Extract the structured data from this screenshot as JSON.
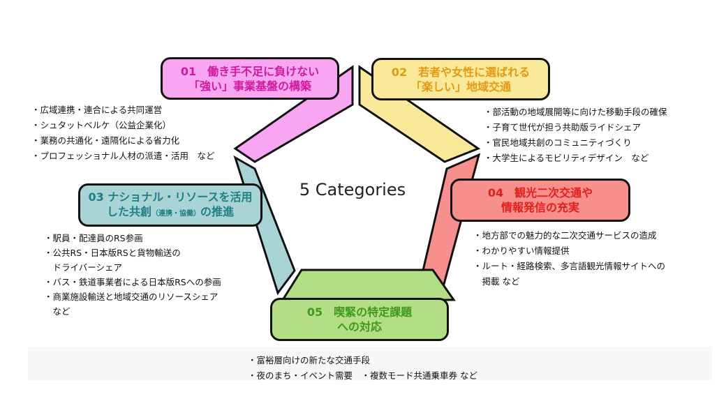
{
  "center_label": "5 Categories",
  "categories": [
    {
      "title_line1": "01　働き手不足に負けない",
      "title_line2": "「強い」事業基盤の構築",
      "color": "#f9a6f2",
      "text_color": "#d1199f",
      "items": [
        "・広域連携・連合による共同運営",
        "・シュタットベルケ（公益企業化）",
        "・業務の共通化・遠隔化による省力化",
        "・プロフェッショナル人材の派遣・活用　など"
      ]
    },
    {
      "title_line1": "02　若者や女性に選ばれる",
      "title_line2": "「楽しい」地域交通",
      "color": "#fbe99a",
      "text_color": "#e39a12",
      "items": [
        "・部活動の地域展開等に向けた移動手段の確保",
        "・子育て世代が担う共助版ライドシェア",
        "・官民地域共創のコミュニティづくり",
        "・大学生によるモビリティデザイン　など"
      ]
    },
    {
      "title_line1": "03 ナショナル・リソースを活用",
      "title_line2a": "した共創",
      "title_line2b": "（連携・協働）",
      "title_line2c": "の推進",
      "color": "#a9d4d6",
      "text_color": "#1f7f86",
      "items": [
        "・駅員・配達員のRS参画",
        "・公共RS・日本版RSと貨物輸送の",
        "　ドライバーシェア",
        "・バス・鉄道事業者による日本版RSへの参画",
        "・商業施設輸送と地域交通のリソースシェア",
        "　など"
      ]
    },
    {
      "title_line1": "04　観光二次交通や",
      "title_line2": "情報発信の充実",
      "color": "#f78f8c",
      "text_color": "#e0201c",
      "items": [
        "・地方部での魅力的な二次交通サービスの造成",
        "・わかりやすい情報提供",
        "・ルート・経路検索、多言語観光情報サイトへの",
        "　掲載 など"
      ]
    },
    {
      "title_line1": "05　喫緊の特定課題",
      "title_line2": "への対応",
      "color": "#b4de85",
      "text_color": "#3f9a1a",
      "items": [
        "・富裕層向けの新たな交通手段",
        "・夜のまち・イベント需要　・複数モード共通乗車券 など"
      ]
    }
  ]
}
